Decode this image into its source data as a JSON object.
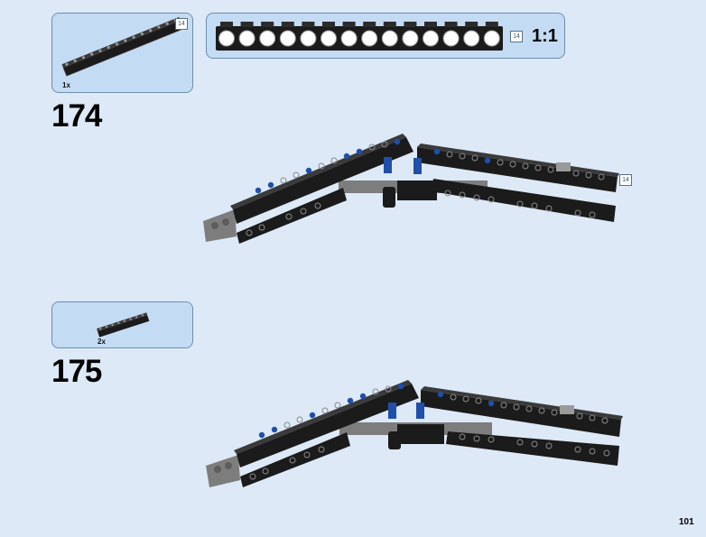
{
  "step174": {
    "number": "174",
    "parts": [
      {
        "count": "1x",
        "length": "14",
        "part": "technic-beam-14"
      }
    ],
    "scale_callout": {
      "length": "14",
      "label": "1:1"
    },
    "model_length_tag": "14"
  },
  "step175": {
    "number": "175",
    "parts": [
      {
        "count": "2x",
        "part": "technic-plate-1x8"
      }
    ]
  },
  "page": {
    "number": "101"
  },
  "colors": {
    "background": "#dde9f7",
    "callout": "#c4dcf3",
    "border": "#6e8eb2",
    "brick": "#1b1b1b",
    "gray": "#7d7d7d",
    "blue": "#1f4fa8"
  }
}
